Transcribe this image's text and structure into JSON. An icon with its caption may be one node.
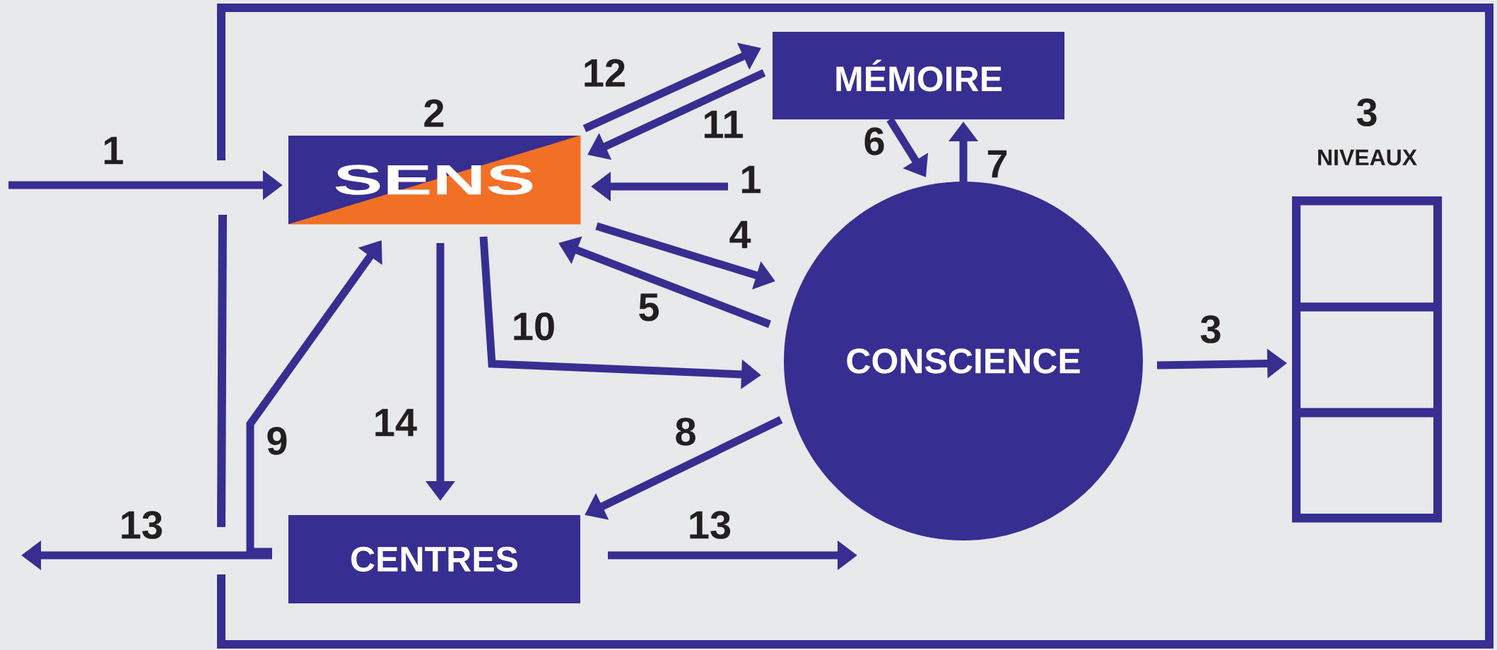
{
  "diagram": {
    "nodes": [
      {
        "text": [
          "SENS"
        ],
        "beside": [
          "2"
        ]
      },
      {
        "text": [
          "MÉMOIRE"
        ]
      },
      {
        "text": [
          "CONSCIENCE"
        ]
      },
      {
        "text": [
          "CENTRES"
        ]
      },
      {
        "text": [
          "3",
          "NIVEAUX"
        ]
      },
      {
        "text": [],
        "shape": "box",
        "in": 4
      },
      {
        "text": [],
        "shape": "box",
        "in": 4
      },
      {
        "text": [],
        "shape": "box",
        "in": 4
      }
    ],
    "edges": [
      {
        "from": null,
        "to": 0,
        "arrow": "to",
        "label": "1"
      },
      {
        "from": null,
        "to": 0,
        "arrow": "to",
        "label": "1"
      },
      {
        "from": 0,
        "to": 1,
        "arrow": "to",
        "label": "12"
      },
      {
        "from": 1,
        "to": 0,
        "arrow": "to",
        "label": "11"
      },
      {
        "from": 0,
        "to": 2,
        "arrow": "to",
        "label": "4"
      },
      {
        "from": 2,
        "to": 0,
        "arrow": "to",
        "label": "5"
      },
      {
        "from": 1,
        "to": 2,
        "arrow": "to",
        "label": "6"
      },
      {
        "from": 2,
        "to": 1,
        "arrow": "to",
        "label": "7"
      },
      {
        "from": 2,
        "to": 3,
        "arrow": "to",
        "label": "8"
      },
      {
        "from": 3,
        "to": 0,
        "arrow": "to",
        "label": "9"
      },
      {
        "from": 0,
        "to": 2,
        "arrow": "to",
        "label": "10"
      },
      {
        "from": 0,
        "to": 3,
        "arrow": "to",
        "label": "14"
      },
      {
        "from": 3,
        "to": null,
        "arrow": "to",
        "label": "13"
      },
      {
        "from": 3,
        "to": null,
        "arrow": "to",
        "label": "13"
      },
      {
        "from": 2,
        "to": 4,
        "arrow": "to",
        "label": "3"
      }
    ]
  }
}
